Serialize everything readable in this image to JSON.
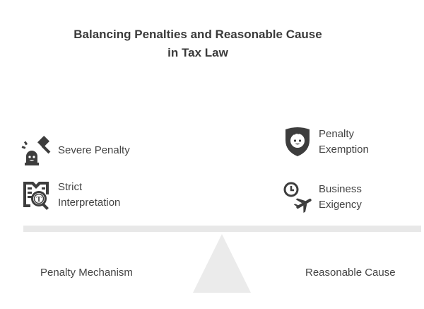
{
  "title": {
    "line1": "Balancing Penalties and Reasonable Cause",
    "line2": "in Tax Law"
  },
  "left_side": {
    "label": "Penalty Mechanism",
    "items": [
      {
        "label": "Severe Penalty",
        "icon": "gavel-alarm-icon"
      },
      {
        "label": "Strict\nInterpretation",
        "icon": "book-search-icon"
      }
    ]
  },
  "right_side": {
    "label": "Reasonable Cause",
    "items": [
      {
        "label": "Penalty\nExemption",
        "icon": "shield-face-icon"
      },
      {
        "label": "Business\nExigency",
        "icon": "clock-plane-icon"
      }
    ]
  },
  "colors": {
    "icon": "#3d3d3d",
    "beam": "#e8e8e8",
    "fulcrum": "#ebebeb",
    "text": "#444444"
  }
}
